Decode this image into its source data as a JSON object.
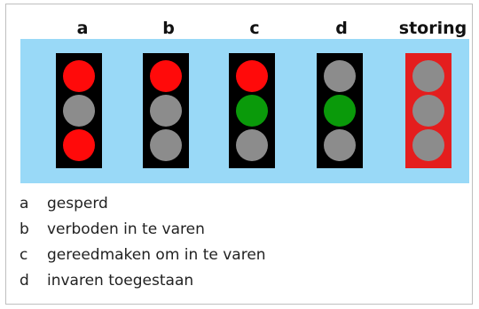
{
  "colors": {
    "panel_background": "#99d9f7",
    "housing": "#000000",
    "housing_storing": "#e41e1e",
    "lamp_off": "#8c8c8c",
    "lamp_red": "#ff0a0a",
    "lamp_green": "#0a9a0a"
  },
  "signals": [
    {
      "label": "a",
      "housing": "black",
      "lamps": [
        "red",
        "off",
        "red"
      ]
    },
    {
      "label": "b",
      "housing": "black",
      "lamps": [
        "red",
        "off",
        "off"
      ]
    },
    {
      "label": "c",
      "housing": "black",
      "lamps": [
        "red",
        "green",
        "off"
      ]
    },
    {
      "label": "d",
      "housing": "black",
      "lamps": [
        "off",
        "green",
        "off"
      ]
    },
    {
      "label": "storing",
      "housing": "red",
      "lamps": [
        "off",
        "off",
        "off"
      ]
    }
  ],
  "legend": [
    {
      "key": "a",
      "text": "gesperd"
    },
    {
      "key": "b",
      "text": "verboden in te varen"
    },
    {
      "key": "c",
      "text": "gereedmaken om in te varen"
    },
    {
      "key": "d",
      "text": "invaren toegestaan"
    }
  ]
}
